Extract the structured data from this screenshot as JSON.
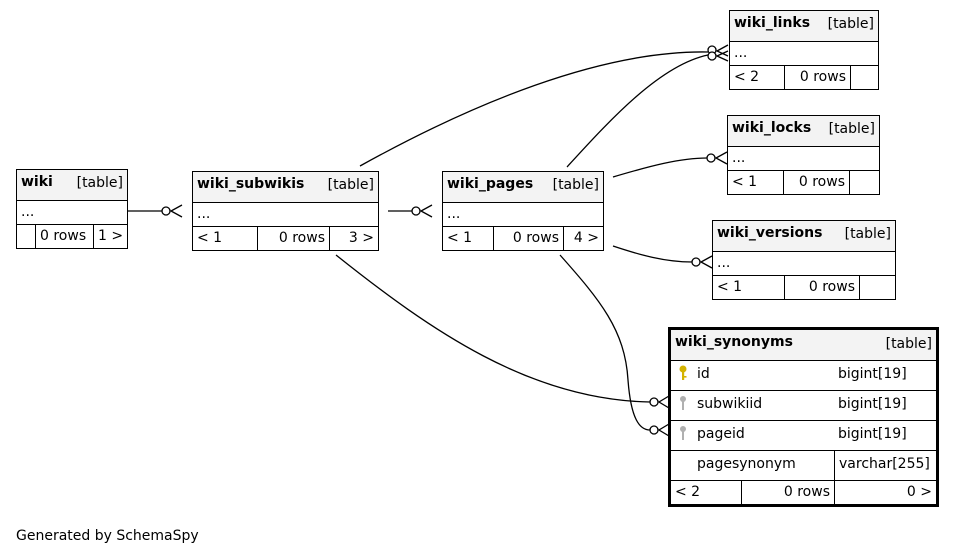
{
  "footer": "Generated by SchemaSpy",
  "tables": {
    "wiki": {
      "name": "wiki",
      "kind": "[table]",
      "body": "...",
      "parents": "",
      "rows": "0 rows",
      "children": "1 >"
    },
    "wiki_subwikis": {
      "name": "wiki_subwikis",
      "kind": "[table]",
      "body": "...",
      "parents": "< 1",
      "rows": "0 rows",
      "children": "3 >"
    },
    "wiki_pages": {
      "name": "wiki_pages",
      "kind": "[table]",
      "body": "...",
      "parents": "< 1",
      "rows": "0 rows",
      "children": "4 >"
    },
    "wiki_links": {
      "name": "wiki_links",
      "kind": "[table]",
      "body": "...",
      "parents": "< 2",
      "rows": "0 rows",
      "children": ""
    },
    "wiki_locks": {
      "name": "wiki_locks",
      "kind": "[table]",
      "body": "...",
      "parents": "< 1",
      "rows": "0 rows",
      "children": ""
    },
    "wiki_versions": {
      "name": "wiki_versions",
      "kind": "[table]",
      "body": "...",
      "parents": "< 1",
      "rows": "0 rows",
      "children": ""
    },
    "wiki_synonyms": {
      "name": "wiki_synonyms",
      "kind": "[table]",
      "columns": [
        {
          "name": "id",
          "type": "bigint[19]",
          "key": "primary-key-icon"
        },
        {
          "name": "subwikiid",
          "type": "bigint[19]",
          "key": "foreign-key-icon"
        },
        {
          "name": "pageid",
          "type": "bigint[19]",
          "key": "foreign-key-icon"
        },
        {
          "name": "pagesynonym",
          "type": "varchar[255]",
          "key": ""
        }
      ],
      "parents": "< 2",
      "rows": "0 rows",
      "children": "0 >"
    }
  },
  "colors": {
    "header_bg": "#f3f3f3",
    "primary_key": "#d4b300",
    "foreign_key": "#b0b0b0"
  }
}
